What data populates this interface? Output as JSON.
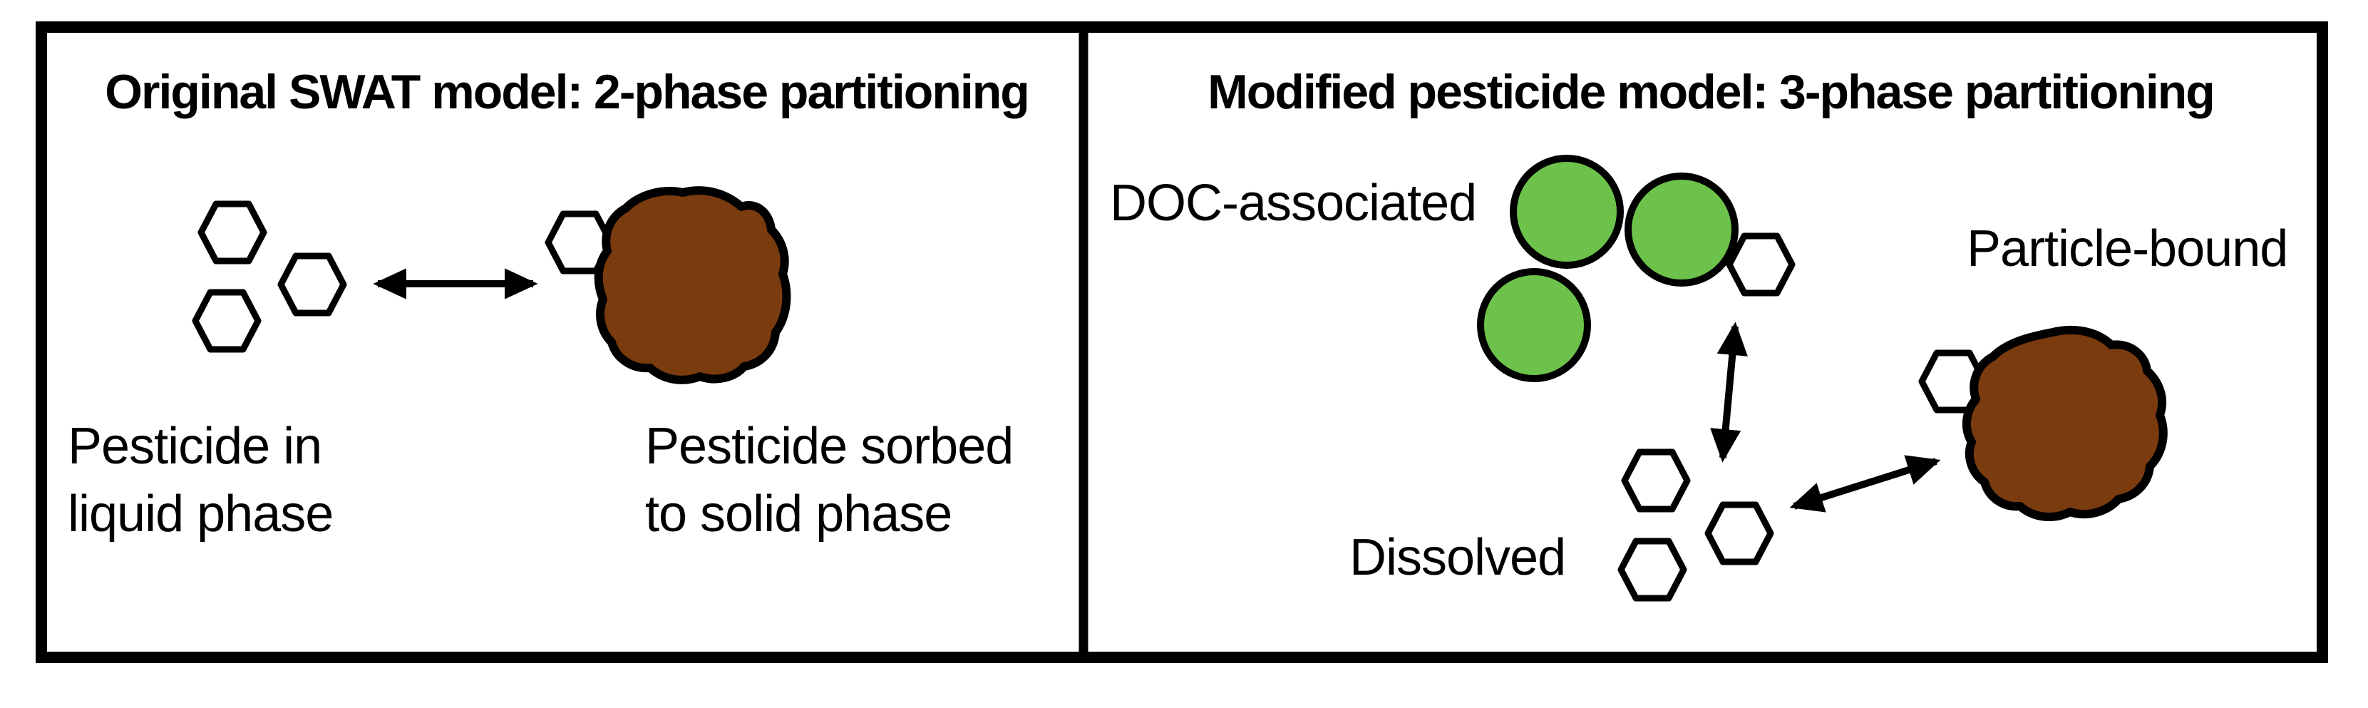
{
  "figure": {
    "left_panel": {
      "title": "Original SWAT model: 2-phase partitioning",
      "liquid_label_line1": "Pesticide in",
      "liquid_label_line2": "liquid phase",
      "sorbed_label_line1": "Pesticide sorbed",
      "sorbed_label_line2": "to solid phase"
    },
    "right_panel": {
      "title": "Modified pesticide model: 3-phase partitioning",
      "doc_label": "DOC-associated",
      "dissolved_label": "Dissolved",
      "particle_label": "Particle-bound"
    },
    "colors": {
      "doc_circle_green": "#6CC24A",
      "particle_brown": "#7A3B0F",
      "outline_black": "#000000",
      "background_white": "#FFFFFF"
    }
  }
}
